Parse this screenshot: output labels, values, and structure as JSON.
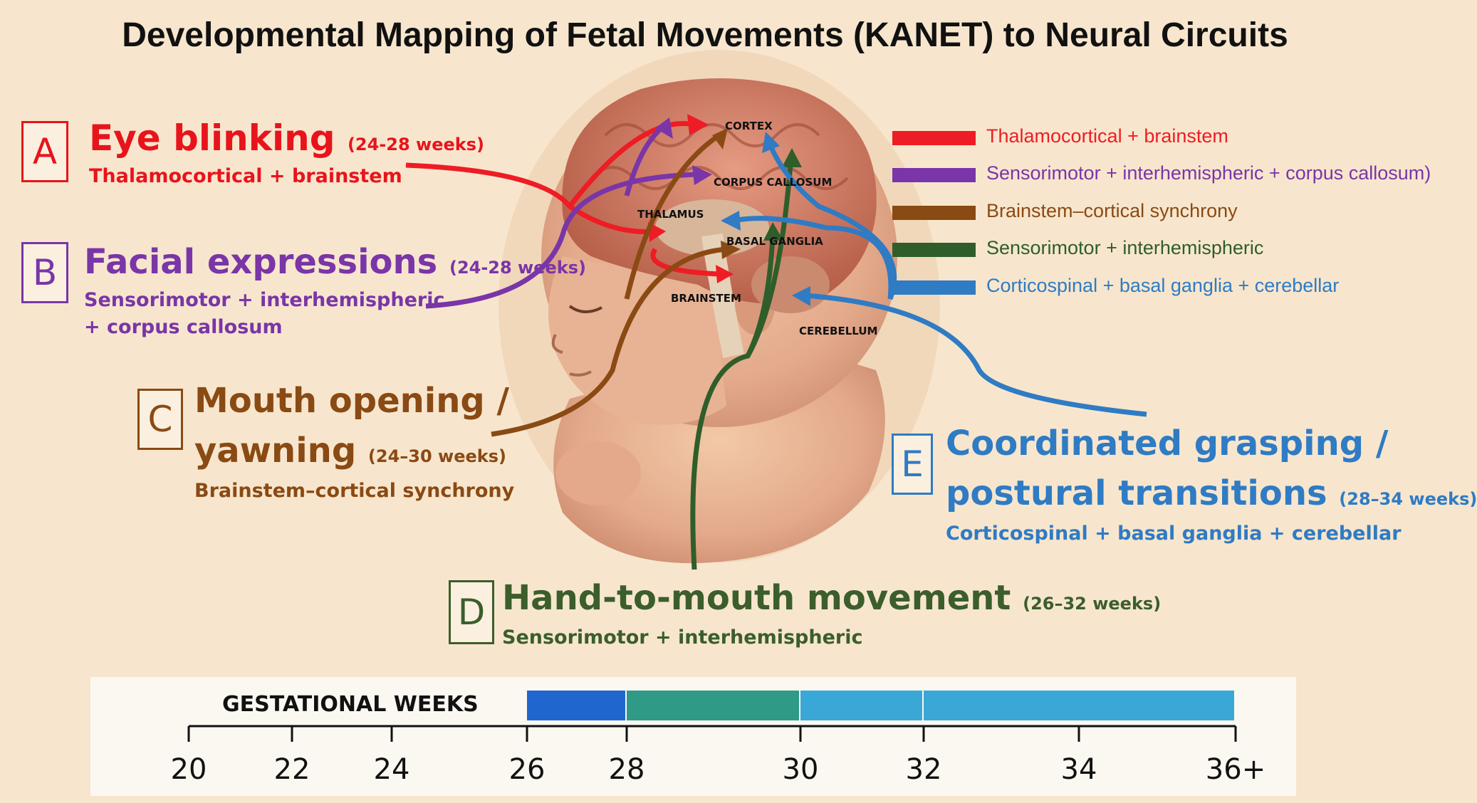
{
  "title": "Developmental Mapping of Fetal Movements (KANET) to Neural Circuits",
  "movements": [
    {
      "letter": "A",
      "name": "Eye blinking",
      "weeks": "(24-28 weeks)",
      "circuit": "Thalamocortical  + brainstem",
      "color": "#e8141c"
    },
    {
      "letter": "B",
      "name": "Facial expressions",
      "weeks": "(24-28 weeks)",
      "circuit_line1": "Sensorimotor  + interhemispheric",
      "circuit_line2": "+ corpus  callosum",
      "color": "#7a35a8"
    },
    {
      "letter": "C",
      "name_line1": "Mouth opening /",
      "name_line2": "yawning",
      "weeks": "(24–30 weeks)",
      "circuit": "Brainstem–cortical  synchrony",
      "color": "#8a4a14"
    },
    {
      "letter": "D",
      "name": "Hand-to-mouth movement",
      "weeks": "(26–32 weeks)",
      "circuit": "Sensorimotor  + interhemispheric",
      "color": "#3b5e2c"
    },
    {
      "letter": "E",
      "name_line1": "Coordinated grasping /",
      "name_line2": "postural transitions",
      "weeks": "(28–34 weeks)",
      "circuit": "Corticospinal  + basal  ganglia + cerebellar",
      "color": "#2f7bc4"
    }
  ],
  "legend": [
    {
      "label": "Thalamocortical + brainstem",
      "color": "#ee1c24"
    },
    {
      "label": "Sensorimotor + interhemispheric + corpus callosum)",
      "color": "#7a35a8"
    },
    {
      "label": "Brainstem–cortical synchrony",
      "color": "#8a4a14"
    },
    {
      "label": "Sensorimotor + interhemispheric",
      "color": "#2f5e2a"
    },
    {
      "label": "Corticospinal + basal ganglia + cerebellar",
      "color": "#2f7bc4"
    }
  ],
  "brain_labels": {
    "cortex": "CORTEX",
    "corpus_callosum": "CORPUS CALLOSUM",
    "thalamus": "THALAMUS",
    "basal_ganglia": "BASAL GANGLIA",
    "brainstem": "BRAINSTEM",
    "cerebellum": "CEREBELLUM"
  },
  "timeline": {
    "label": "GESTATIONAL WEEKS",
    "ticks": [
      "20",
      "22",
      "24",
      "26",
      "28",
      "30",
      "32",
      "34",
      "36+"
    ],
    "segments": [
      {
        "from": 26,
        "to": 28,
        "color": "#1f67cf"
      },
      {
        "from": 28,
        "to": 30,
        "color": "#2f9a86"
      },
      {
        "from": 30,
        "to": 32,
        "color": "#3aa8d6"
      },
      {
        "from": 32,
        "to": 36,
        "color": "#3aa8d6"
      }
    ]
  }
}
